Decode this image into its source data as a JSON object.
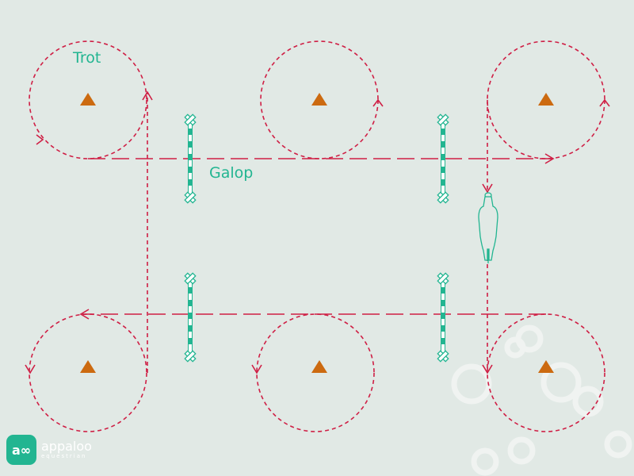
{
  "labels": {
    "trot": "Trot",
    "galop": "Galop"
  },
  "logo": {
    "mark": "a∞",
    "name": "appaloo",
    "tagline": "equestrian"
  },
  "colors": {
    "background": "#e1e9e5",
    "path": "#cf1f45",
    "cone": "#cc6a10",
    "accent": "#22b591",
    "watermark": "#f2f5f3"
  },
  "icons": [
    "cone-icon",
    "jump-pole-icon",
    "horse-icon",
    "watermark-rings-icon"
  ]
}
